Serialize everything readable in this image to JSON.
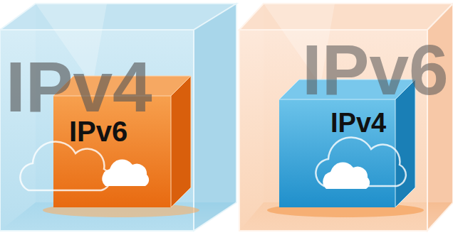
{
  "diagram": {
    "nodes": [
      {
        "text": [
          "IPv4"
        ]
      },
      {
        "text": [
          "IPv6"
        ],
        "in": 0
      },
      {
        "text": [
          "IPv6"
        ]
      },
      {
        "text": [
          "IPv4"
        ],
        "in": 2
      }
    ]
  }
}
